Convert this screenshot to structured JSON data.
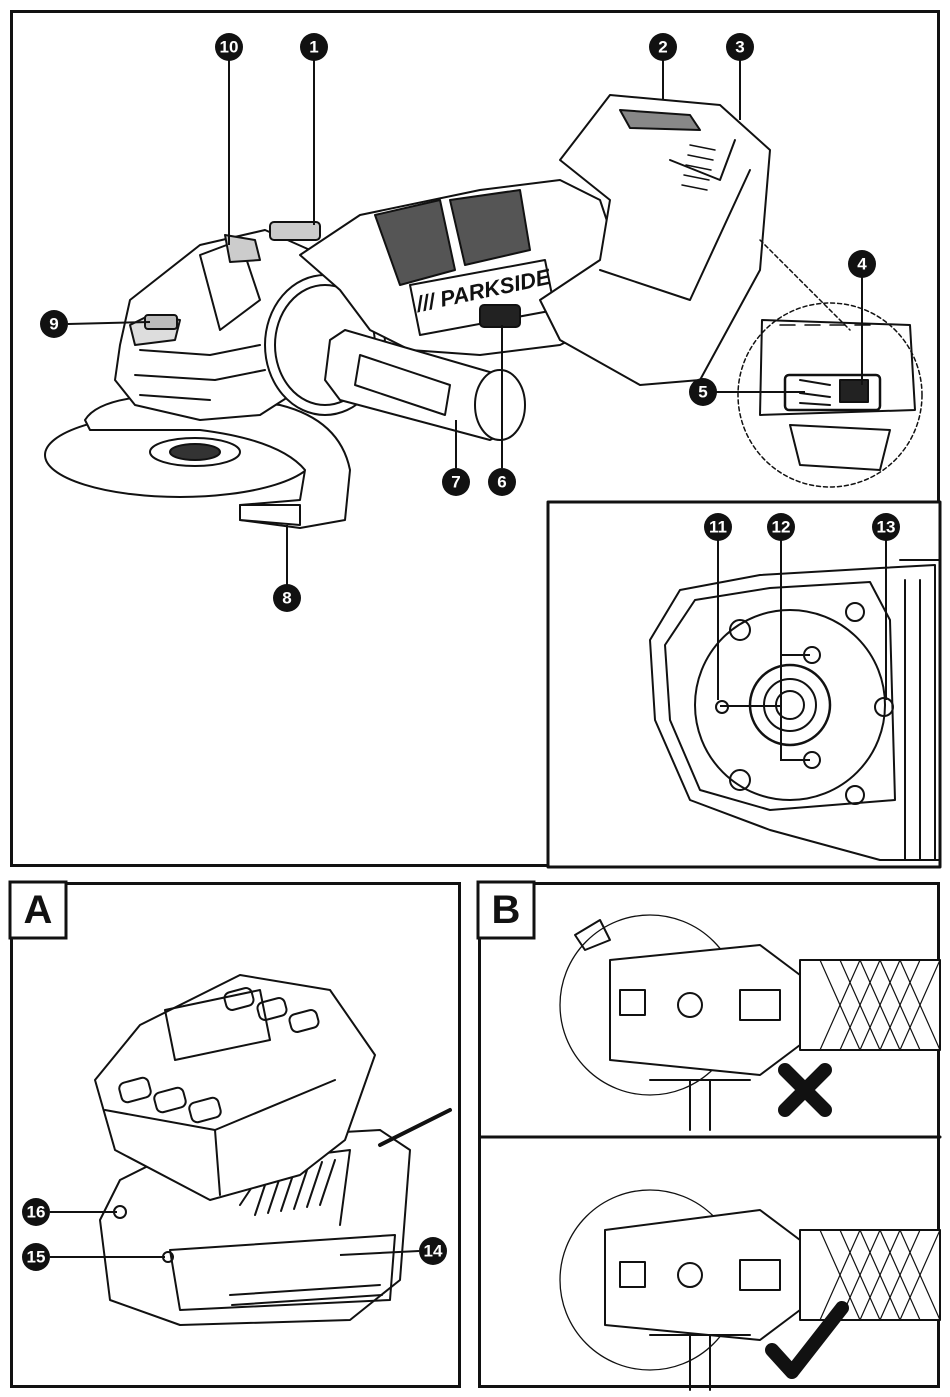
{
  "brand_label": "/// PARKSIDE",
  "callouts": {
    "c1": "1",
    "c2": "2",
    "c3": "3",
    "c4": "4",
    "c5": "5",
    "c6": "6",
    "c7": "7",
    "c8": "8",
    "c9": "9",
    "c10": "10",
    "c11": "11",
    "c12": "12",
    "c13": "13",
    "c14": "14",
    "c15": "15",
    "c16": "16"
  },
  "section_labels": {
    "a": "A",
    "b": "B"
  },
  "marks": {
    "wrong": "cross-icon",
    "right": "check-icon"
  }
}
